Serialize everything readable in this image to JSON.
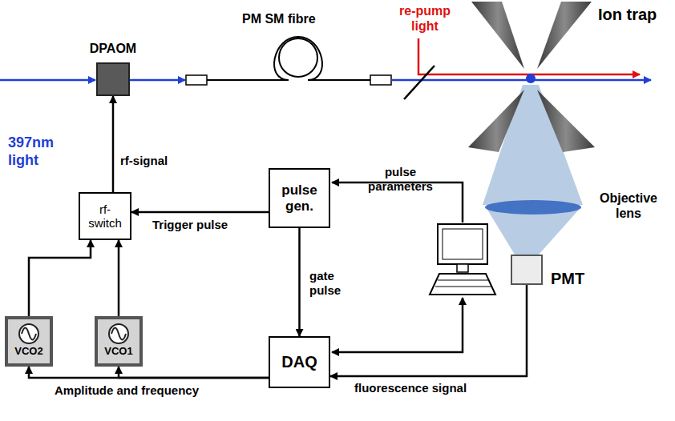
{
  "diagram": {
    "nodes": [
      {
        "text": [
          "DPAOM"
        ]
      },
      {
        "text": [
          "rf- switch"
        ]
      },
      {
        "text": [
          "pulse gen."
        ]
      },
      {
        "text": [
          "VCO2"
        ]
      },
      {
        "text": [
          "VCO1"
        ]
      },
      {
        "text": [
          "DAQ"
        ]
      },
      {
        "text": [
          "PMT"
        ]
      }
    ],
    "edges": [
      {
        "from": 1,
        "to": 0,
        "label": "rf-signal",
        "arrow": "to"
      },
      {
        "from": 2,
        "to": 1,
        "label": "Trigger pulse",
        "arrow": "to"
      },
      {
        "from": 3,
        "to": 1,
        "arrow": "to"
      },
      {
        "from": 4,
        "to": 1,
        "arrow": "to"
      },
      {
        "from": 2,
        "to": 5,
        "label": "gate pulse",
        "arrow": "to"
      },
      {
        "from": 5,
        "to": 3,
        "label": "Amplitude and frequency",
        "arrow": "to"
      },
      {
        "from": 5,
        "to": 4,
        "arrow": "to"
      },
      {
        "from": 6,
        "to": 5,
        "label": "fluorescence signal",
        "arrow": "to"
      }
    ],
    "labels": [
      "397nm light",
      "PM SM fibre",
      "re-pump light",
      "Ion trap",
      "Objective lens",
      "pulse parameters"
    ]
  }
}
